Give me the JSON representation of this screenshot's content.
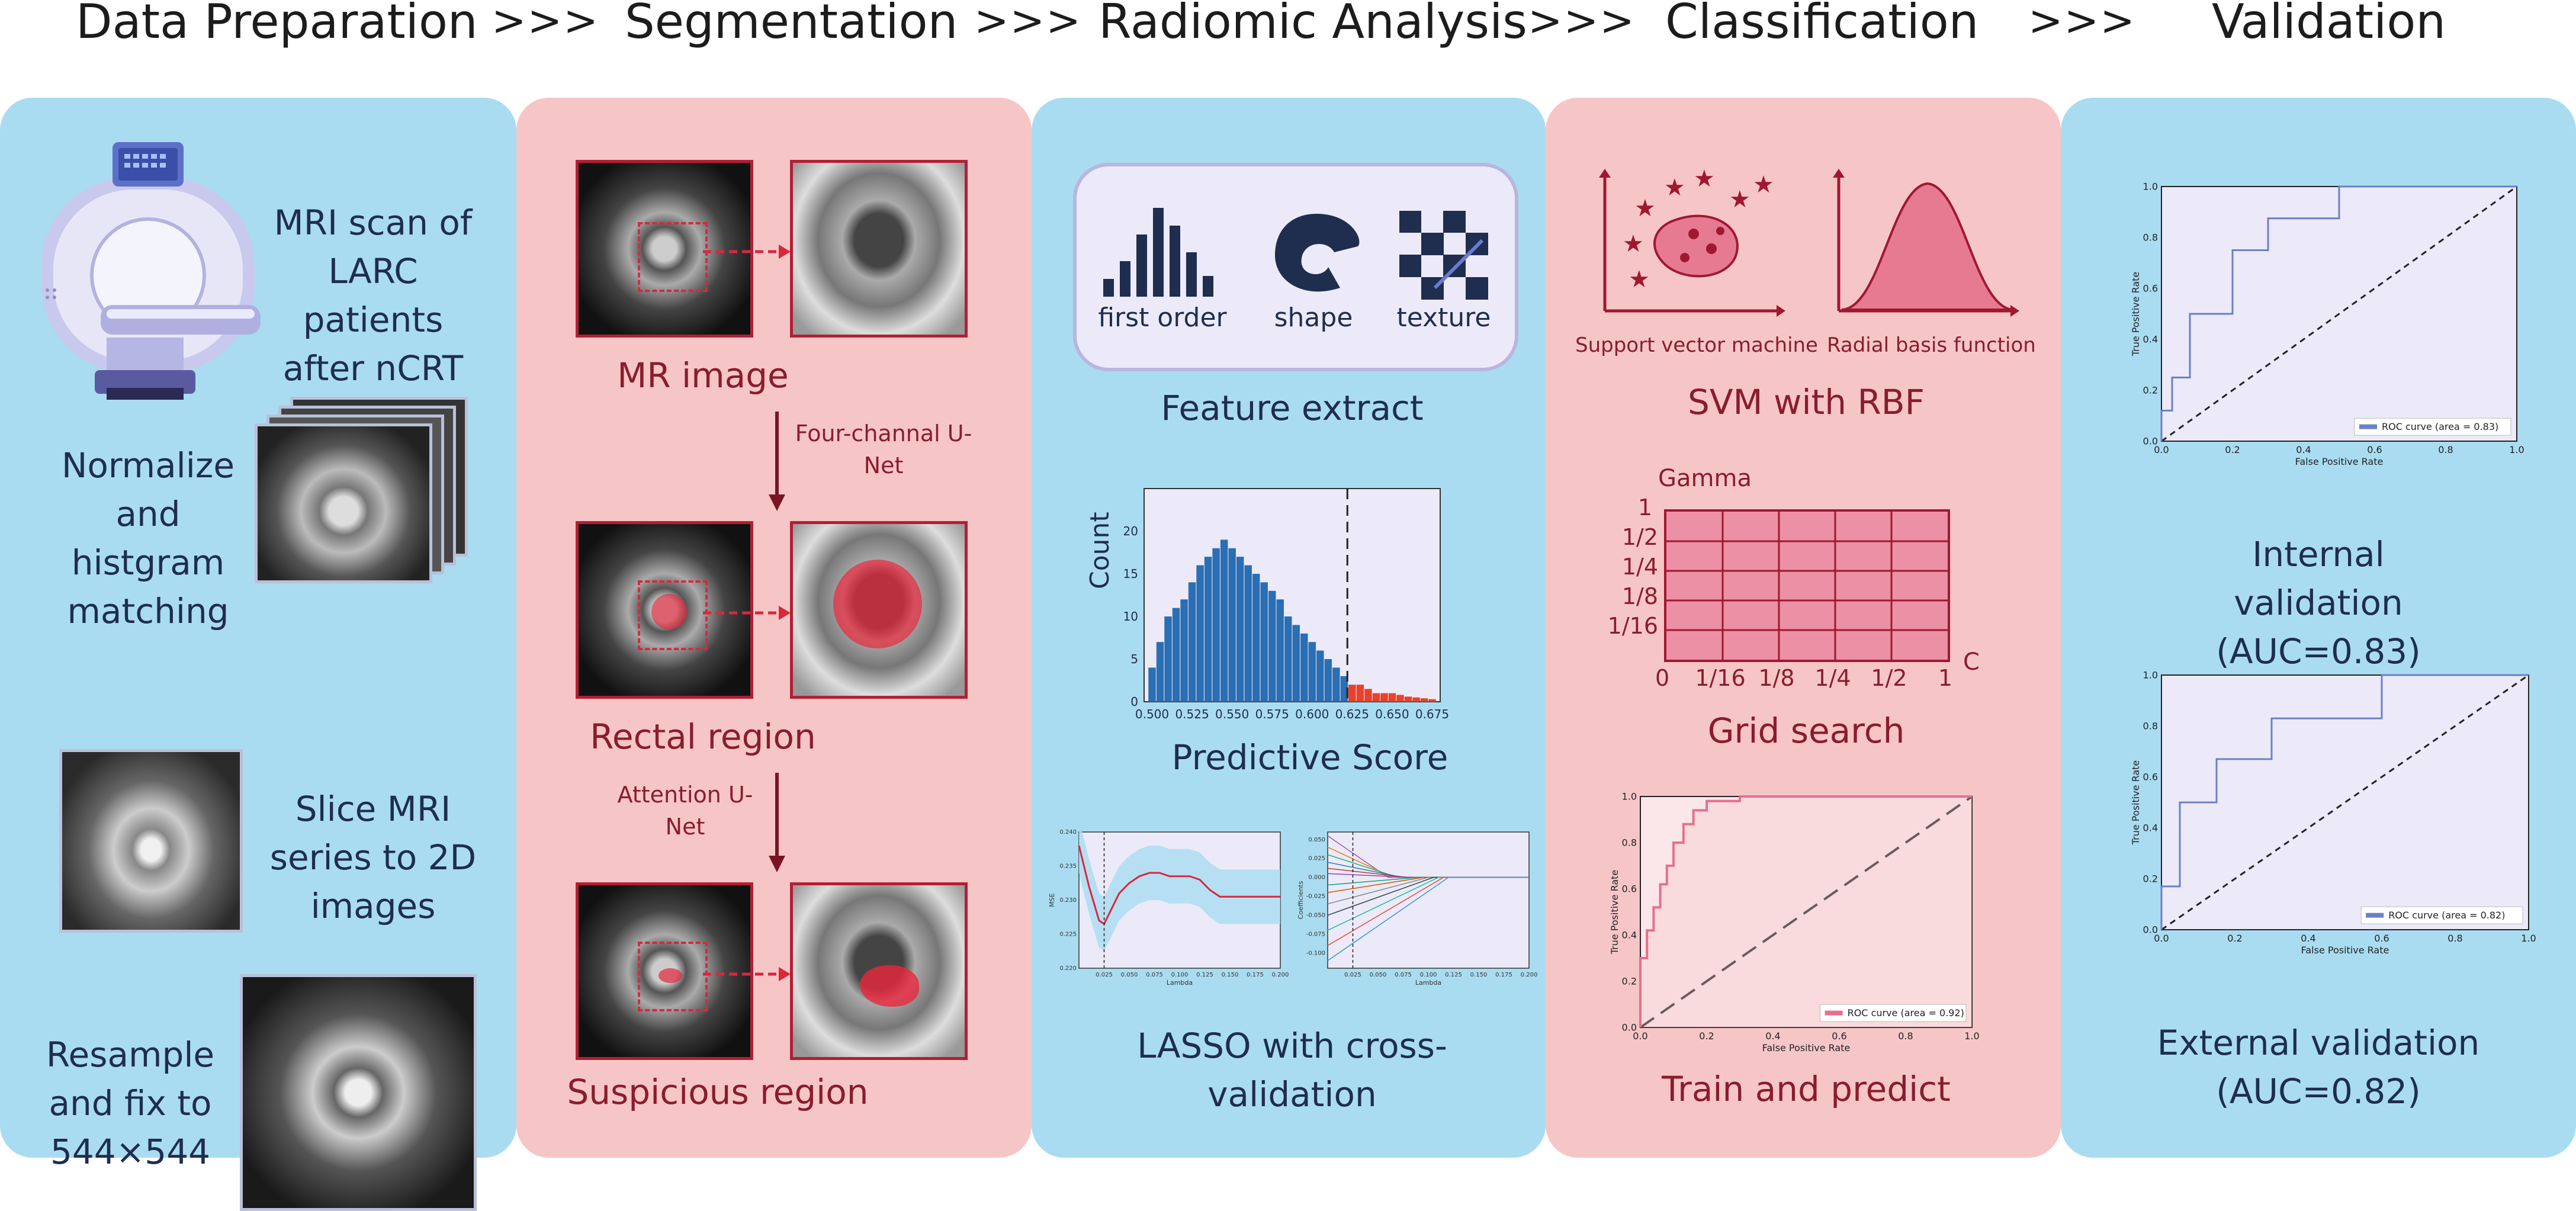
{
  "header": {
    "stages": [
      "Data Preparation",
      "Segmentation",
      "Radiomic Analysis",
      "Classification",
      "Validation"
    ],
    "separator": ">>>"
  },
  "data_preparation": {
    "step1": "MRI scan of LARC patients after nCRT",
    "step2": "Normalize and histgram matching",
    "step3": "Slice MRI series to 2D images",
    "step4": "Resample and fix to 544×544"
  },
  "segmentation": {
    "label1": "MR image",
    "arrow1": "Four-channal U-Net",
    "label2": "Rectal region",
    "arrow2": "Attention U-Net",
    "label3": "Suspicious region"
  },
  "radiomic": {
    "feature_icons": [
      "first order",
      "shape",
      "texture"
    ],
    "feature_caption": "Feature extract",
    "hist_ylabel": "Count",
    "hist_caption": "Predictive Score",
    "lasso_caption": "LASSO with cross-validation"
  },
  "classification": {
    "svm_left": "Support vector machine",
    "svm_right": "Radial basis function",
    "svm_caption": "SVM with RBF",
    "grid_ylabel": "Gamma",
    "grid_xlabel": "C",
    "grid_y_ticks": [
      "1",
      "1/2",
      "1/4",
      "1/8",
      "1/16",
      "0"
    ],
    "grid_x_ticks": [
      "1/16",
      "1/8",
      "1/4",
      "1/2",
      "1"
    ],
    "grid_caption": "Grid search",
    "roc_caption": "Train and predict"
  },
  "validation": {
    "internal_caption": "Internal validation (AUC=0.83)",
    "external_caption": "External validation (AUC=0.82)"
  },
  "chart_data": [
    {
      "type": "bar",
      "id": "predictive-score-histogram",
      "title": "",
      "xlabel": "Predictive Score",
      "ylabel": "Count",
      "xlim": [
        0.495,
        0.68
      ],
      "ylim": [
        0,
        25
      ],
      "x_ticks": [
        "0.500",
        "0.525",
        "0.550",
        "0.575",
        "0.600",
        "0.625",
        "0.650",
        "0.675"
      ],
      "y_ticks": [
        "0",
        "5",
        "10",
        "15",
        "20"
      ],
      "threshold": 0.622,
      "colors": {
        "below": "#2a6eb3",
        "above": "#e8422a"
      },
      "bins_x": [
        0.5,
        0.505,
        0.51,
        0.515,
        0.52,
        0.525,
        0.53,
        0.535,
        0.54,
        0.545,
        0.55,
        0.555,
        0.56,
        0.565,
        0.57,
        0.575,
        0.58,
        0.585,
        0.59,
        0.595,
        0.6,
        0.605,
        0.61,
        0.615,
        0.62,
        0.625,
        0.63,
        0.635,
        0.64,
        0.645,
        0.65,
        0.655,
        0.66,
        0.665,
        0.67,
        0.675
      ],
      "values": [
        4,
        7,
        10,
        11,
        12,
        14,
        16,
        17,
        18,
        19,
        18,
        17,
        16,
        15,
        14,
        13,
        12,
        10,
        9,
        8,
        7,
        6,
        5,
        4,
        3,
        2,
        2,
        1.5,
        1,
        1,
        1,
        0.8,
        0.6,
        0.5,
        0.4,
        0.3
      ]
    },
    {
      "type": "line",
      "id": "lasso-cv-mse",
      "xlabel": "Lambda",
      "ylabel": "MSE",
      "xlim": [
        0,
        0.2
      ],
      "ylim": [
        0.22,
        0.24
      ],
      "x_ticks": [
        "0.025",
        "0.050",
        "0.075",
        "0.100",
        "0.125",
        "0.150",
        "0.175",
        "0.200"
      ],
      "y_ticks": [
        "0.220",
        "0.225",
        "0.230",
        "0.235",
        "0.240"
      ],
      "x": [
        0,
        0.01,
        0.02,
        0.025,
        0.03,
        0.04,
        0.05,
        0.06,
        0.07,
        0.08,
        0.09,
        0.1,
        0.11,
        0.12,
        0.13,
        0.14,
        0.15,
        0.16,
        0.17,
        0.18,
        0.19,
        0.2
      ],
      "y": [
        0.238,
        0.232,
        0.227,
        0.2265,
        0.228,
        0.231,
        0.2325,
        0.2335,
        0.234,
        0.234,
        0.2335,
        0.2335,
        0.2335,
        0.233,
        0.2315,
        0.2305,
        0.2305,
        0.2305,
        0.2305,
        0.2305,
        0.2305,
        0.2305
      ],
      "selected_lambda": 0.025
    },
    {
      "type": "line",
      "id": "lasso-coefficient-path",
      "xlabel": "Lambda",
      "ylabel": "Coefficients",
      "xlim": [
        0,
        0.2
      ],
      "ylim": [
        -0.12,
        0.06
      ],
      "x_ticks": [
        "0.025",
        "0.050",
        "0.075",
        "0.100",
        "0.125",
        "0.150",
        "0.175",
        "0.200"
      ],
      "y_ticks": [
        "0.050",
        "0.025",
        "0.000",
        "-0.025",
        "-0.050",
        "-0.075",
        "-0.100"
      ],
      "selected_lambda": 0.025
    },
    {
      "type": "line",
      "id": "roc-train",
      "xlabel": "False Positive Rate",
      "ylabel": "True Positive Rate",
      "legend": "ROC curve (area = 0.92)",
      "legend_position": "lower-right",
      "xlim": [
        0,
        1
      ],
      "ylim": [
        0,
        1
      ],
      "x_ticks": [
        "0.0",
        "0.2",
        "0.4",
        "0.6",
        "0.8",
        "1.0"
      ],
      "y_ticks": [
        "0.0",
        "0.2",
        "0.4",
        "0.6",
        "0.8",
        "1.0"
      ],
      "x": [
        0,
        0,
        0.02,
        0.02,
        0.04,
        0.04,
        0.06,
        0.06,
        0.08,
        0.08,
        0.1,
        0.1,
        0.13,
        0.13,
        0.16,
        0.16,
        0.2,
        0.2,
        0.3,
        0.3,
        1.0
      ],
      "y": [
        0,
        0.3,
        0.3,
        0.42,
        0.42,
        0.52,
        0.52,
        0.62,
        0.62,
        0.7,
        0.7,
        0.8,
        0.8,
        0.88,
        0.88,
        0.94,
        0.94,
        0.98,
        0.98,
        1.0,
        1.0
      ]
    },
    {
      "type": "line",
      "id": "roc-internal",
      "xlabel": "False Positive Rate",
      "ylabel": "True Positive Rate",
      "legend": "ROC curve (area = 0.83)",
      "legend_position": "lower-right",
      "xlim": [
        0,
        1
      ],
      "ylim": [
        0,
        1
      ],
      "x_ticks": [
        "0.0",
        "0.2",
        "0.4",
        "0.6",
        "0.8",
        "1.0"
      ],
      "y_ticks": [
        "0.0",
        "0.2",
        "0.4",
        "0.6",
        "0.8",
        "1.0"
      ],
      "x": [
        0,
        0,
        0.03,
        0.03,
        0.08,
        0.08,
        0.2,
        0.2,
        0.3,
        0.3,
        0.5,
        0.5,
        1.0
      ],
      "y": [
        0,
        0.12,
        0.12,
        0.25,
        0.25,
        0.5,
        0.5,
        0.75,
        0.75,
        0.875,
        0.875,
        1.0,
        1.0
      ]
    },
    {
      "type": "line",
      "id": "roc-external",
      "xlabel": "False Positive Rate",
      "ylabel": "True Positive Rate",
      "legend": "ROC curve (area = 0.82)",
      "legend_position": "lower-right",
      "xlim": [
        0,
        1
      ],
      "ylim": [
        0,
        1
      ],
      "x_ticks": [
        "0.0",
        "0.2",
        "0.4",
        "0.6",
        "0.8",
        "1.0"
      ],
      "y_ticks": [
        "0.0",
        "0.2",
        "0.4",
        "0.6",
        "0.8",
        "1.0"
      ],
      "x": [
        0,
        0,
        0.05,
        0.05,
        0.15,
        0.15,
        0.3,
        0.3,
        0.6,
        0.6,
        1.0
      ],
      "y": [
        0,
        0.17,
        0.17,
        0.5,
        0.5,
        0.67,
        0.67,
        0.83,
        0.83,
        1.0,
        1.0
      ]
    }
  ]
}
